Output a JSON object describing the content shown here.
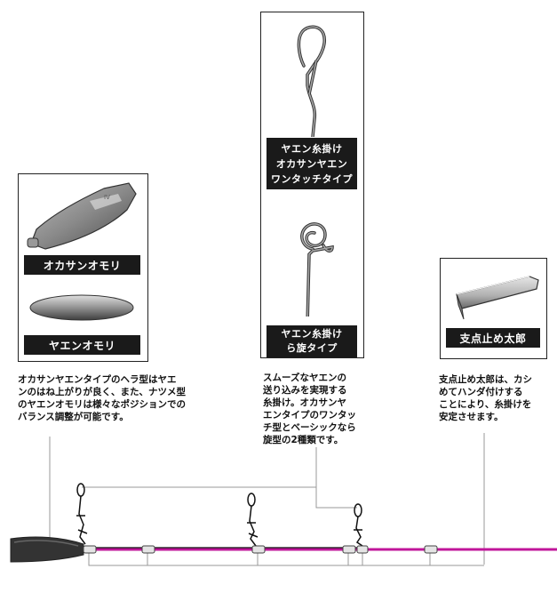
{
  "left_panel": {
    "label_top": "オカサンオモリ",
    "label_bottom": "ヤエンオモリ",
    "description": "オカサンヤエンタイプのヘラ型はヤエ\nンのはね上がりが良く、また、ナツメ型\nのヤエンオモリは様々なポジションでの\nバランス調整が可能です。"
  },
  "center_panel": {
    "label_top": "ヤエン糸掛け\nオカサンヤエン\nワンタッチタイプ",
    "label_bottom": "ヤエン糸掛け\nら旋タイプ",
    "description": "スムーズなヤエンの\n送り込みを実現する\n糸掛け。オカサンヤ\nエンタイプのワンタッ\nチ型とベーシックなら\n旋型の2種類です。"
  },
  "right_panel": {
    "label": "支点止め太郎",
    "description": "支点止め太郎は、カシ\nめてハンダ付けする\nことにより、糸掛けを\n安定させます。"
  },
  "colors": {
    "line": "#c0169a",
    "label_bg": "#1a1a1a",
    "border": "#222222"
  }
}
